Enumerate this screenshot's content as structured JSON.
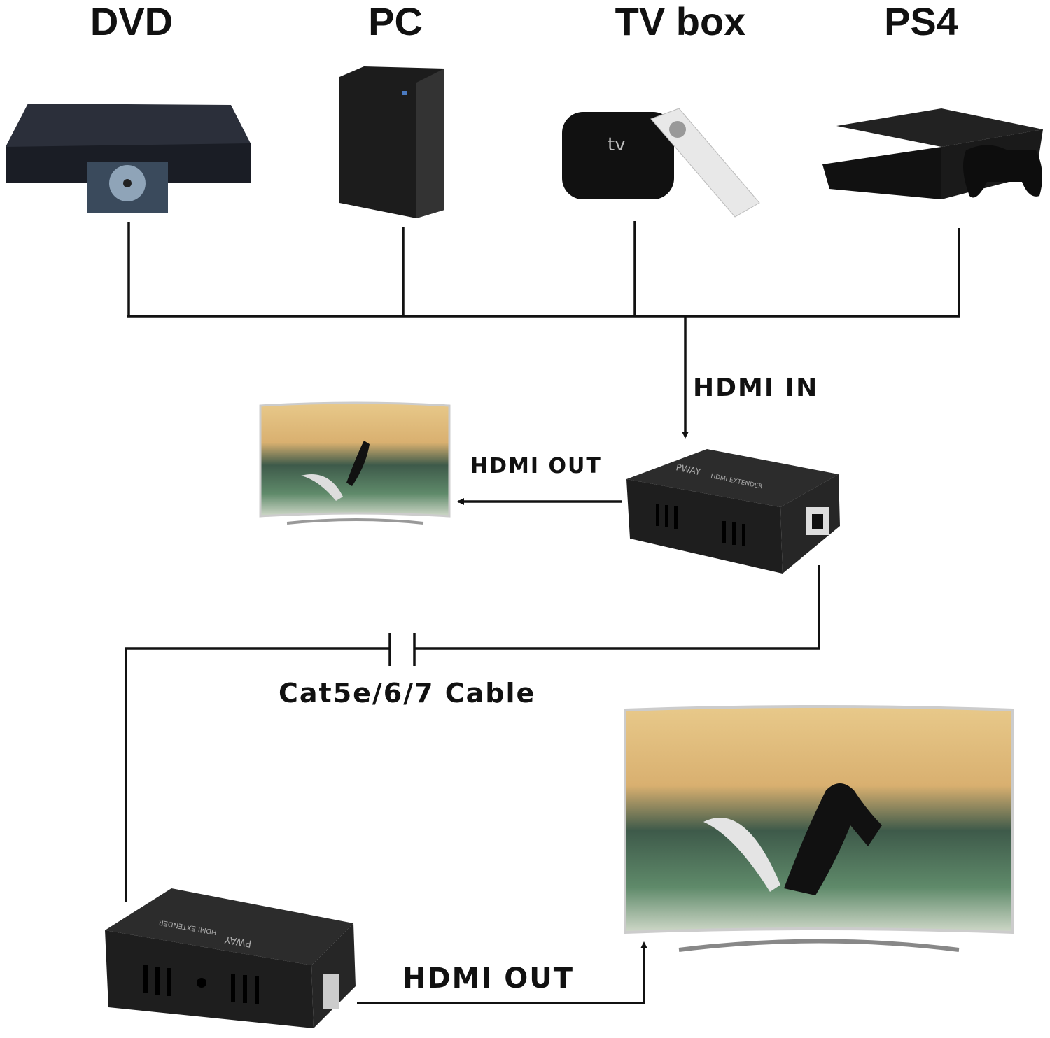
{
  "sources": [
    {
      "label": "DVD",
      "icon": "dvd-player-icon"
    },
    {
      "label": "PC",
      "icon": "pc-tower-icon"
    },
    {
      "label": "TV box",
      "icon": "tv-box-icon"
    },
    {
      "label": "PS4",
      "icon": "game-console-icon"
    }
  ],
  "connections": {
    "hdmi_in": "HDMI IN",
    "hdmi_out_local": "HDMI OUT",
    "cable": "Cat5e/6/7 Cable",
    "hdmi_out_remote": "HDMI OUT"
  },
  "extender": {
    "brand": "PWAY",
    "model": "HDMI EXTENDER"
  },
  "colors": {
    "line": "#111111",
    "device": "#2a2a2a",
    "background": "#ffffff"
  }
}
